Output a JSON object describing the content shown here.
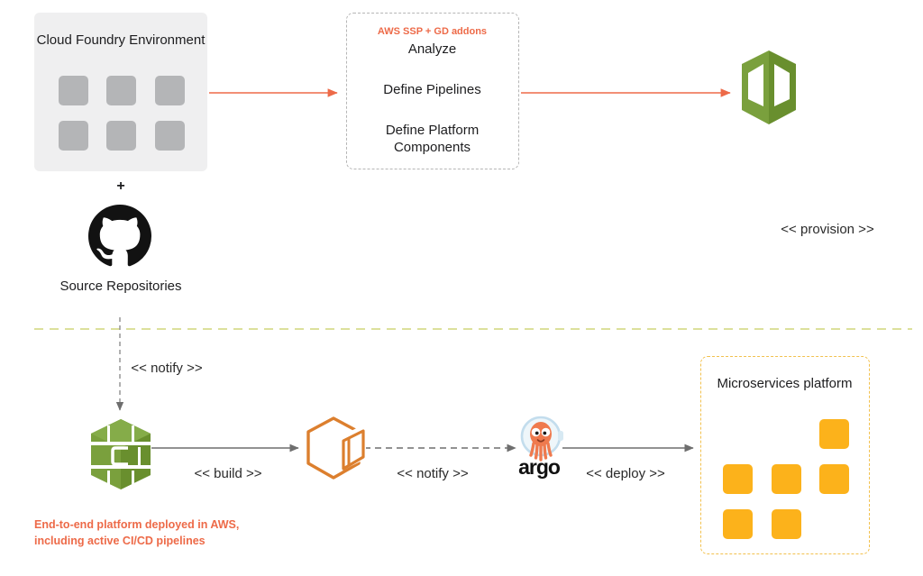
{
  "colors": {
    "accent_orange": "#ed6a48",
    "aws_green_light": "#7aa03d",
    "aws_green_dark": "#698f2e",
    "artifact_orange": "#dc7f2e",
    "square_yellow": "#fcb21b",
    "ms_border_yellow": "#f2c14e",
    "separator_yellow_green": "#d8db8f",
    "connector_gray": "#6e6e6e",
    "cf_box_bg": "#efeff0",
    "cf_square_gray": "#b4b5b7",
    "github_black": "#121212",
    "argo_orange": "#ef7a4e",
    "argo_helmet_blue": "#cfe4f0"
  },
  "cloud_foundry": {
    "title": "Cloud Foundry Environment"
  },
  "plus_sign": "+",
  "source_repositories": {
    "label": "Source Repositories"
  },
  "process_box": {
    "header": "AWS SSP + GD addons",
    "steps": [
      "Analyze",
      "Define Pipelines",
      "Define Platform Components"
    ]
  },
  "labels": {
    "provision": "<< provision >>",
    "notify_top": "<< notify >>",
    "build": "<< build >>",
    "notify_bottom": "<< notify >>",
    "deploy": "<< deploy >>"
  },
  "argo": {
    "wordmark": "argo"
  },
  "microservices": {
    "title": "Microservices platform"
  },
  "caption": {
    "line1": "End-to-end platform deployed in AWS,",
    "line2": "including active CI/CD pipelines"
  },
  "icons": {
    "github": "github-octocat-icon",
    "cloudformation": "aws-cloudformation-icon",
    "codebuild": "aws-codebuild-icon",
    "artifact": "artifact-cube-icon",
    "argo": "argo-octopus-icon"
  }
}
